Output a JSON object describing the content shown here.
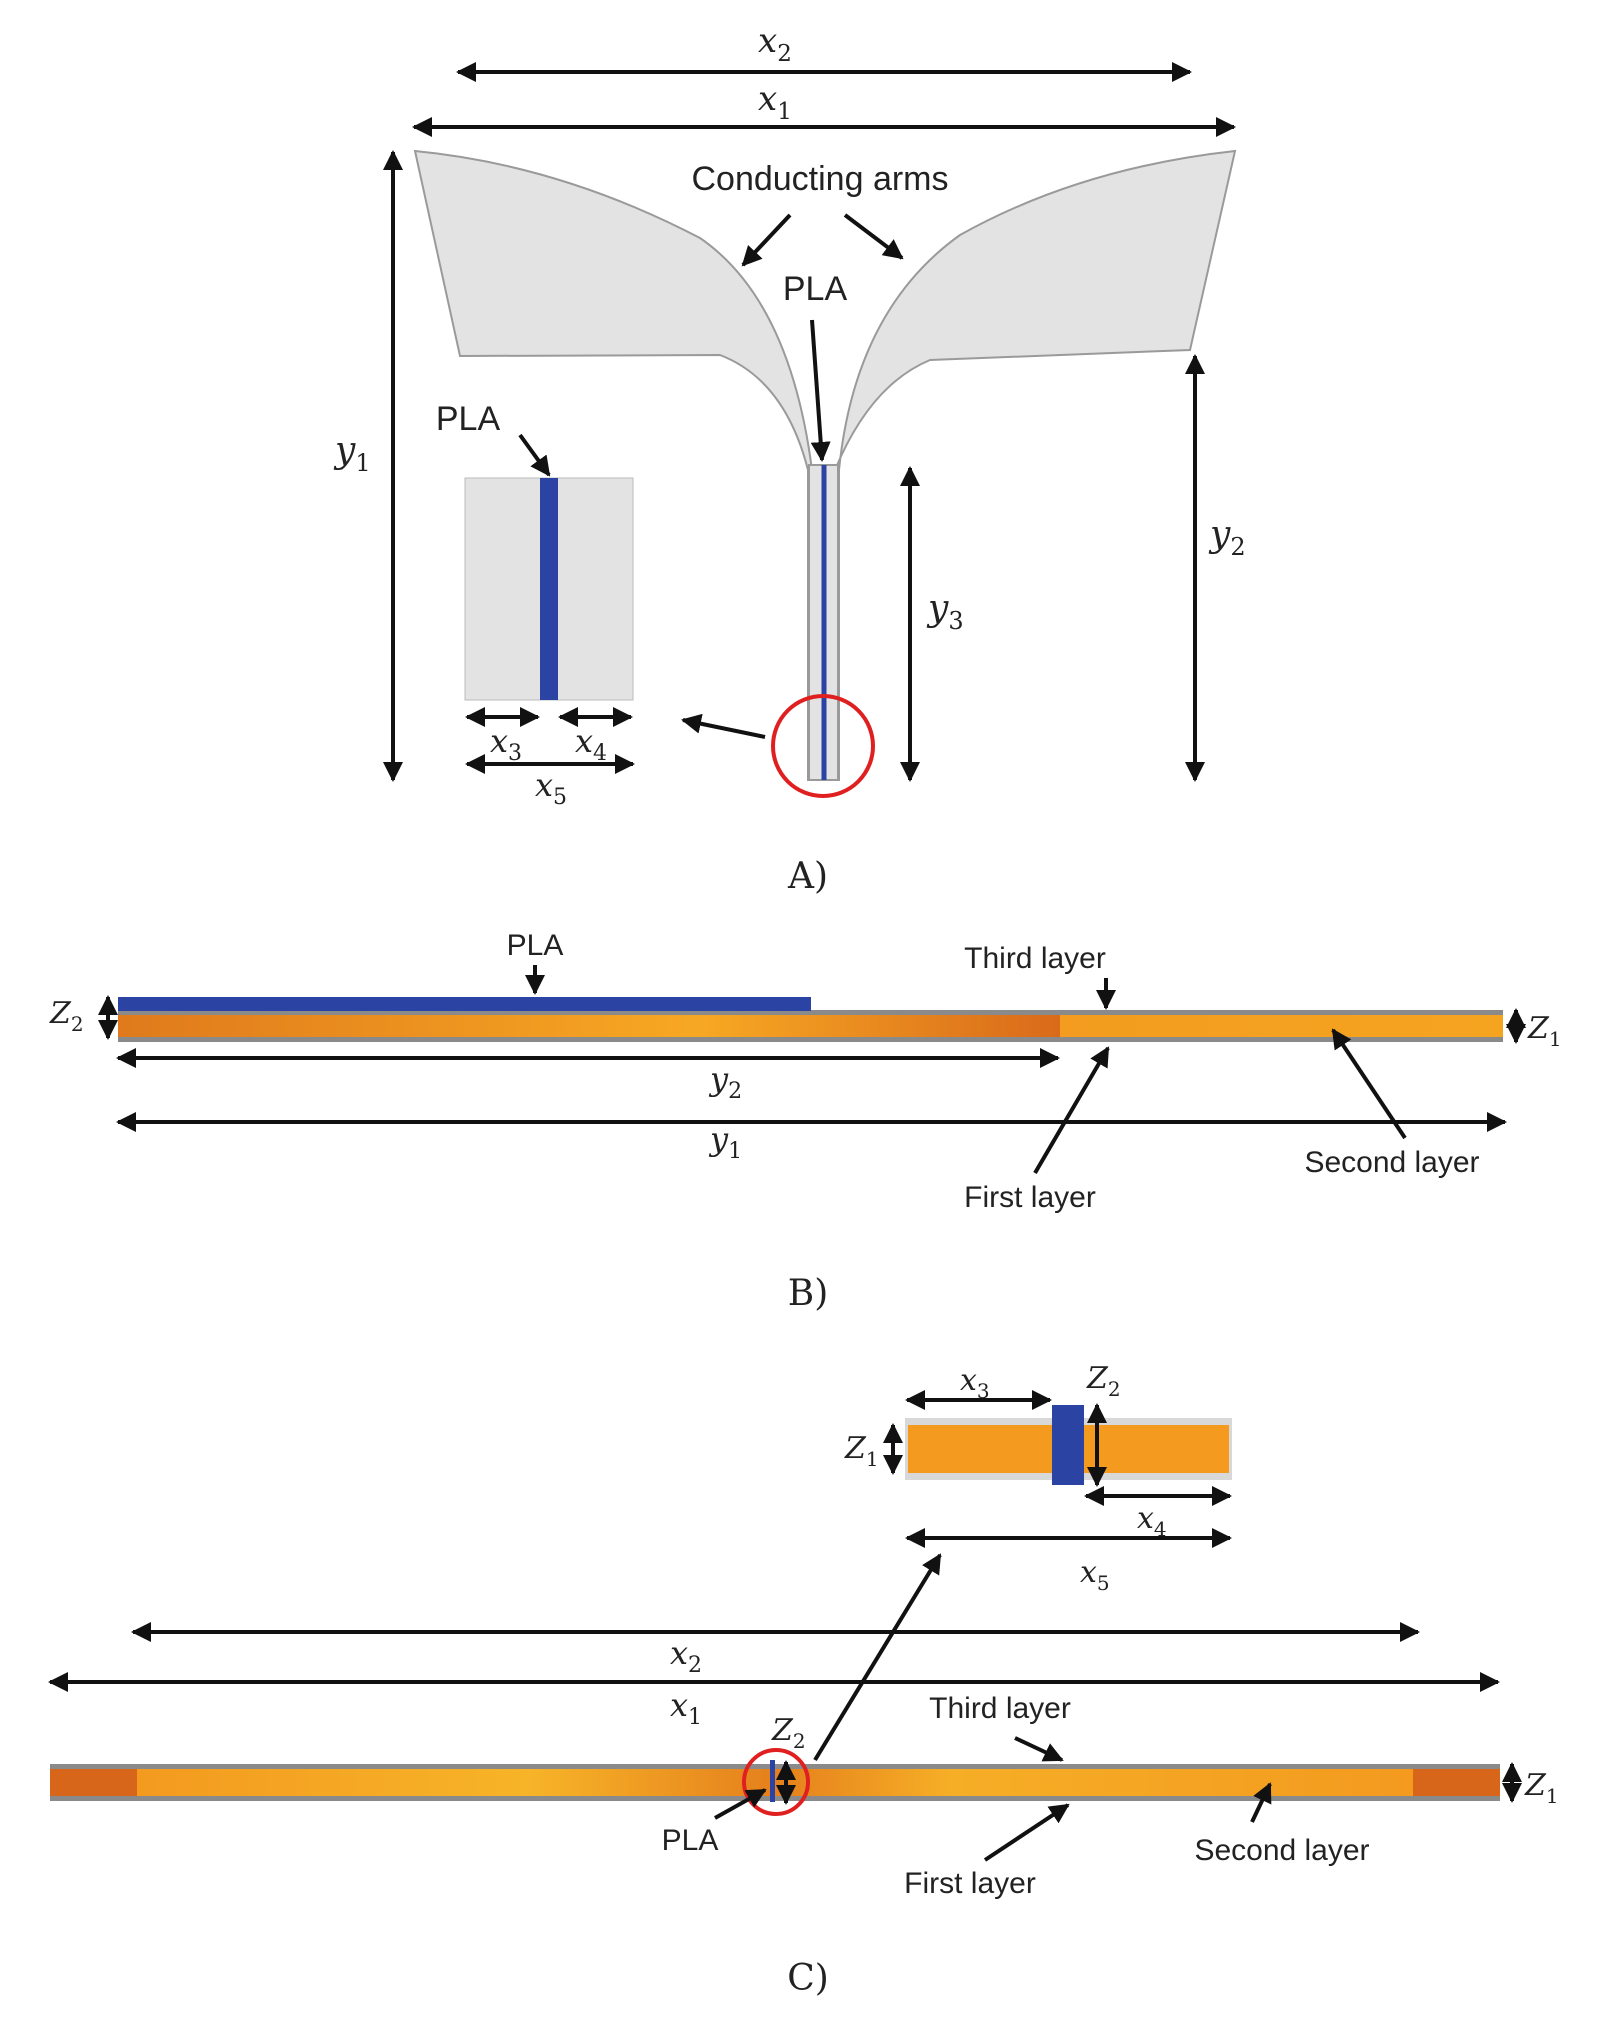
{
  "colors": {
    "arm_fill": "#e3e3e3",
    "arm_stroke": "#9a9a9a",
    "pla": "#2b44a3",
    "layer_orange": "#f39c1f",
    "layer_orange_dark": "#dc6f1a",
    "layer_gray": "#8a8a8a",
    "highlight_circle": "#e02020"
  },
  "panel_a": {
    "caption": "A)",
    "label_conducting_arms": "Conducting arms",
    "label_pla_feed": "PLA",
    "label_pla_inset": "PLA",
    "dim_x2": {
      "var": "x",
      "sub": "2"
    },
    "dim_x1": {
      "var": "x",
      "sub": "1"
    },
    "dim_y1": {
      "var": "y",
      "sub": "1"
    },
    "dim_y2": {
      "var": "y",
      "sub": "2"
    },
    "dim_y3": {
      "var": "y",
      "sub": "3"
    },
    "dim_x3": {
      "var": "x",
      "sub": "3"
    },
    "dim_x4": {
      "var": "x",
      "sub": "4"
    },
    "dim_x5": {
      "var": "x",
      "sub": "5"
    }
  },
  "panel_b": {
    "caption": "B)",
    "label_pla": "PLA",
    "label_third_layer": "Third layer",
    "label_first_layer": "First layer",
    "label_second_layer": "Second layer",
    "dim_z2": {
      "var": "Z",
      "sub": "2"
    },
    "dim_z1": {
      "var": "Z",
      "sub": "1"
    },
    "dim_y2": {
      "var": "y",
      "sub": "2"
    },
    "dim_y1": {
      "var": "y",
      "sub": "1"
    }
  },
  "panel_c": {
    "caption": "C)",
    "label_pla": "PLA",
    "label_third_layer": "Third layer",
    "label_first_layer": "First layer",
    "label_second_layer": "Second layer",
    "inset_x3": {
      "var": "x",
      "sub": "3"
    },
    "inset_z2": {
      "var": "Z",
      "sub": "2"
    },
    "inset_z1": {
      "var": "Z",
      "sub": "1"
    },
    "inset_x4": {
      "var": "x",
      "sub": "4"
    },
    "inset_x5": {
      "var": "x",
      "sub": "5"
    },
    "dim_x2": {
      "var": "x",
      "sub": "2"
    },
    "dim_x1": {
      "var": "x",
      "sub": "1"
    },
    "dim_z2": {
      "var": "Z",
      "sub": "2"
    },
    "dim_z1": {
      "var": "Z",
      "sub": "1"
    }
  }
}
